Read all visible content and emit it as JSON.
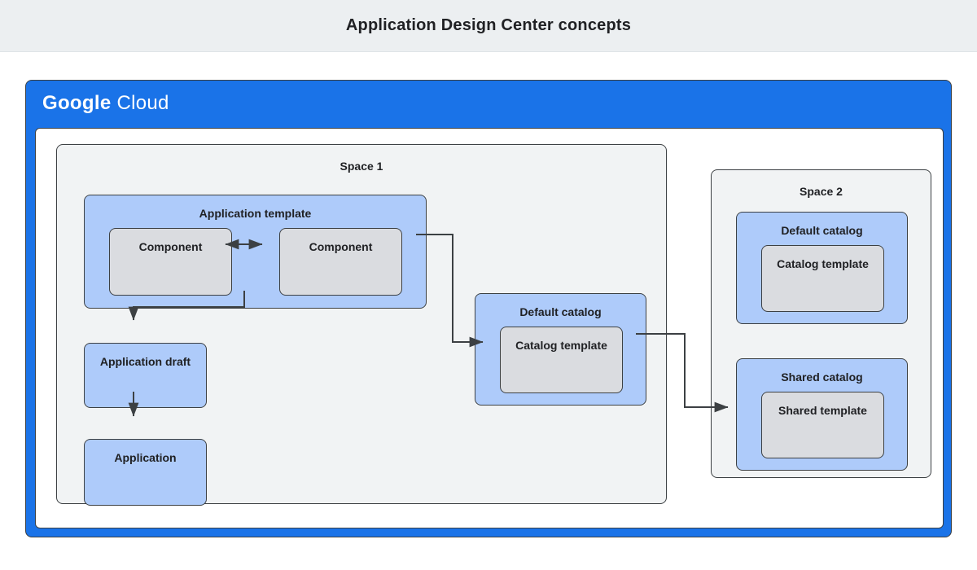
{
  "header": {
    "title": "Application Design Center concepts"
  },
  "cloud_frame": {
    "logo_bold": "Google",
    "logo_light": "Cloud",
    "brand_color": "#1a73e8"
  },
  "colors": {
    "title_bar_bg": "#eceff1",
    "space_bg": "#f1f3f4",
    "blue_fill": "#aecbfa",
    "gray_fill": "#dadce0",
    "stroke": "#3c4043",
    "canvas_bg": "#ffffff"
  },
  "space1": {
    "label": "Space 1",
    "application_template": {
      "label": "Application template",
      "components": [
        {
          "label": "Component"
        },
        {
          "label": "Component"
        }
      ]
    },
    "application_draft": {
      "label": "Application draft"
    },
    "application": {
      "label": "Application"
    },
    "default_catalog": {
      "label": "Default catalog",
      "template": {
        "label": "Catalog template"
      }
    }
  },
  "space2": {
    "label": "Space 2",
    "default_catalog": {
      "label": "Default catalog",
      "template": {
        "label": "Catalog template"
      }
    },
    "shared_catalog": {
      "label": "Shared catalog",
      "template": {
        "label": "Shared template"
      }
    }
  },
  "connectors": [
    {
      "name": "component-to-component",
      "kind": "bidirectional"
    },
    {
      "name": "application-template-to-application-draft",
      "kind": "arrow"
    },
    {
      "name": "application-draft-to-application",
      "kind": "arrow"
    },
    {
      "name": "application-template-to-default-catalog-template",
      "kind": "arrow"
    },
    {
      "name": "default-catalog-to-shared-catalog",
      "kind": "arrow"
    }
  ]
}
